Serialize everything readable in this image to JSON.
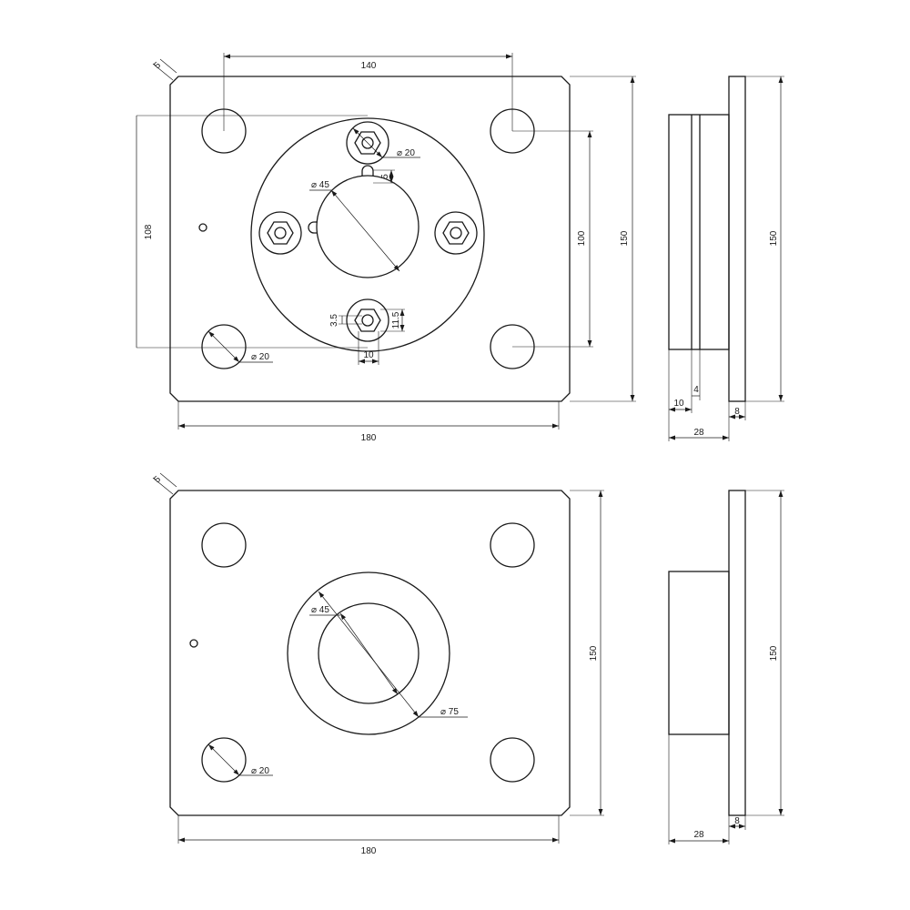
{
  "top_view": {
    "chamfer": "5",
    "hole_spacing_width": "140",
    "bolt_pitch_height": "108",
    "hole_spacing_height": "100",
    "plate_height": "150",
    "plate_width": "180",
    "hex_bolt_diameter": "⌀ 20",
    "bore_diameter": "⌀ 45",
    "key_depth": "5",
    "hex_offset": "3.5",
    "hex_height": "11.5",
    "hex_width": "10",
    "hole_diameter": "⌀ 20"
  },
  "top_side_view": {
    "height": "150",
    "hub_length": "10",
    "shim_thickness": "4",
    "total_length": "28",
    "flange_thickness": "8"
  },
  "bottom_view": {
    "chamfer": "5",
    "plate_height": "150",
    "plate_width": "180",
    "bore_diameter": "⌀ 45",
    "hub_diameter": "⌀ 75",
    "hole_diameter": "⌀ 20"
  },
  "bottom_side_view": {
    "height": "150",
    "total_length": "28",
    "flange_thickness": "8"
  }
}
